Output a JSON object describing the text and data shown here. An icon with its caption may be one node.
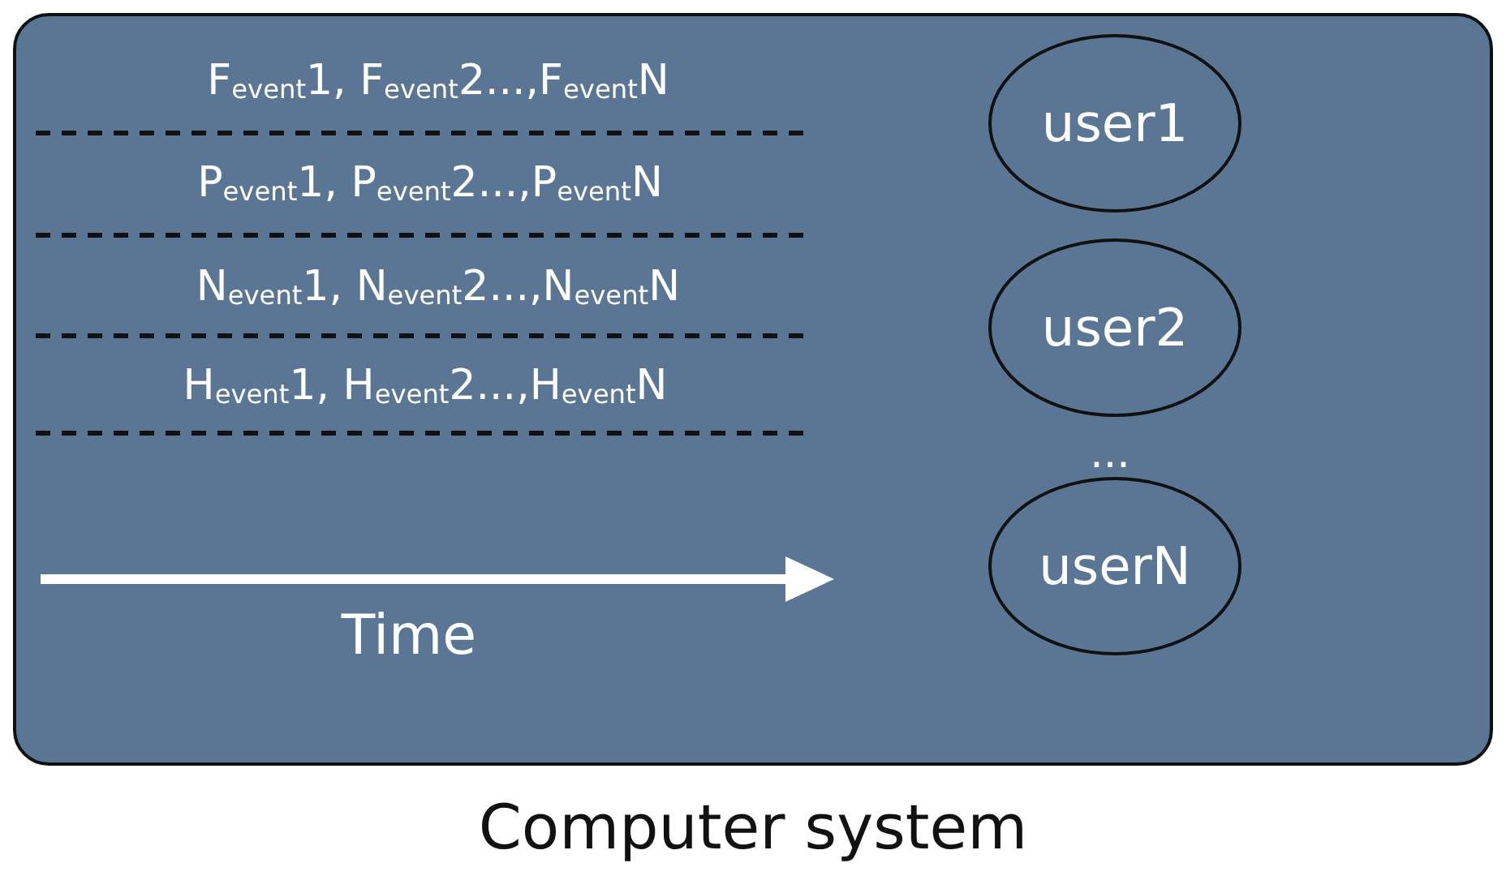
{
  "diagram": {
    "nodes": [
      {
        "text": [
          "Computer system"
        ]
      },
      {
        "text": [
          "user1"
        ],
        "in": 0
      },
      {
        "text": [
          "user2"
        ],
        "in": 0
      },
      {
        "text": [
          "userN"
        ],
        "in": 0
      }
    ],
    "labels": [
      "F$_{event}$1, F$_{event}$2...,F$_{event}$N",
      "P$_{event}$1, P$_{event}$2...,P$_{event}$N",
      "N$_{event}$1, N$_{event}$2...,N$_{event}$N",
      "H$_{event}$1, H$_{event}$2...,H$_{event}$N",
      "...",
      "Time"
    ]
  }
}
